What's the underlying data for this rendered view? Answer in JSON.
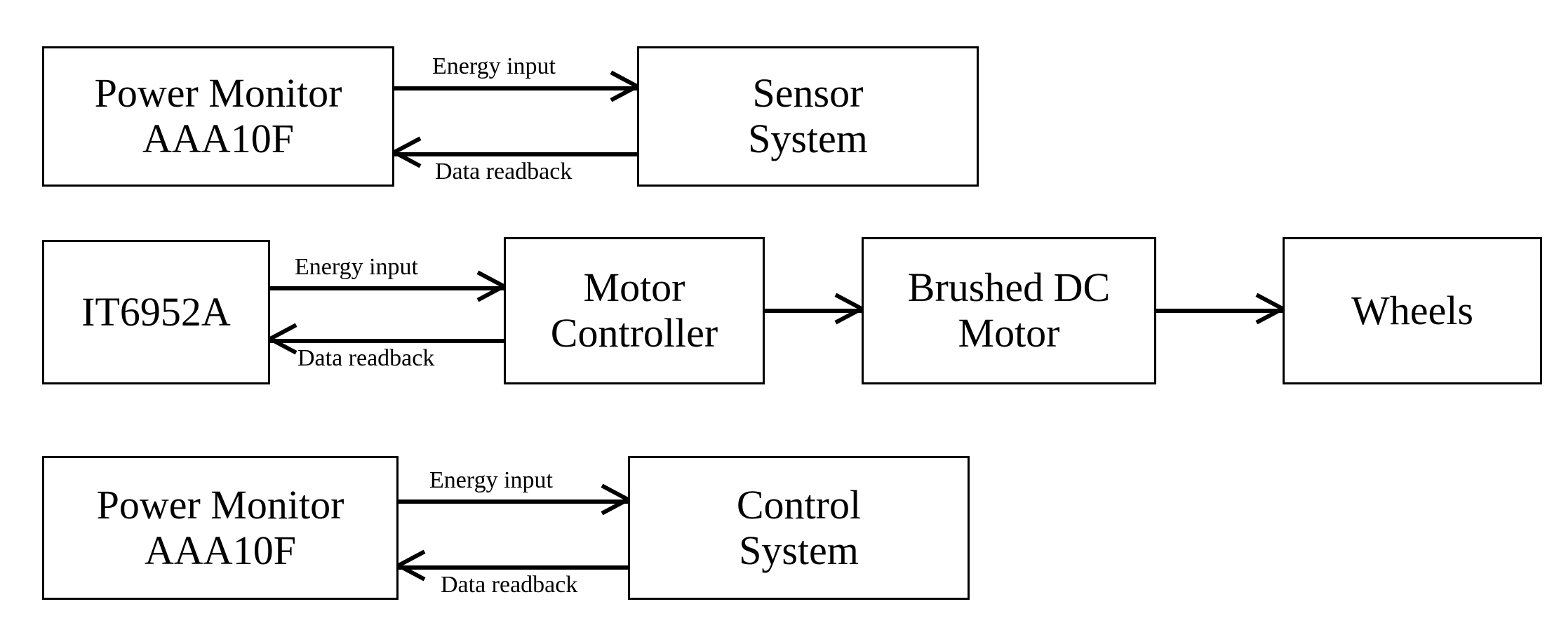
{
  "diagram": {
    "type": "block-diagram",
    "background_color": "#ffffff",
    "line_color": "#000000",
    "text_color": "#000000",
    "rows": [
      {
        "id": "sensor-power-row",
        "blocks": [
          {
            "id": "power-monitor-sensor",
            "lines": [
              "Power Monitor",
              "AAA10F"
            ]
          },
          {
            "id": "sensor-system",
            "lines": [
              "Sensor",
              "System"
            ]
          }
        ],
        "connections": [
          {
            "id": "energy-input-sensor",
            "label": "Energy input",
            "direction": "right"
          },
          {
            "id": "data-readback-sensor",
            "label": "Data readback",
            "direction": "left"
          }
        ]
      },
      {
        "id": "motor-row",
        "blocks": [
          {
            "id": "it6952a",
            "lines": [
              "IT6952A"
            ]
          },
          {
            "id": "motor-controller",
            "lines": [
              "Motor",
              "Controller"
            ]
          },
          {
            "id": "brushed-dc-motor",
            "lines": [
              "Brushed DC",
              "Motor"
            ]
          },
          {
            "id": "wheels",
            "lines": [
              "Wheels"
            ]
          }
        ],
        "connections": [
          {
            "id": "energy-input-motor",
            "label": "Energy input",
            "direction": "right"
          },
          {
            "id": "data-readback-motor",
            "label": "Data readback",
            "direction": "left"
          },
          {
            "id": "controller-to-motor",
            "label": "",
            "direction": "right"
          },
          {
            "id": "motor-to-wheels",
            "label": "",
            "direction": "right"
          }
        ]
      },
      {
        "id": "control-power-row",
        "blocks": [
          {
            "id": "power-monitor-control",
            "lines": [
              "Power Monitor",
              "AAA10F"
            ]
          },
          {
            "id": "control-system",
            "lines": [
              "Control",
              "System"
            ]
          }
        ],
        "connections": [
          {
            "id": "energy-input-control",
            "label": "Energy input",
            "direction": "right"
          },
          {
            "id": "data-readback-control",
            "label": "Data readback",
            "direction": "left"
          }
        ]
      }
    ]
  },
  "labels": {
    "power_monitor_line1": "Power Monitor",
    "power_monitor_line2": "AAA10F",
    "sensor_line1": "Sensor",
    "sensor_line2": "System",
    "it6952a": "IT6952A",
    "motor_controller_line1": "Motor",
    "motor_controller_line2": "Controller",
    "brushed_dc_line1": "Brushed DC",
    "brushed_dc_line2": "Motor",
    "wheels": "Wheels",
    "control_line1": "Control",
    "control_line2": "System",
    "energy_input": "Energy input",
    "data_readback": "Data readback"
  }
}
